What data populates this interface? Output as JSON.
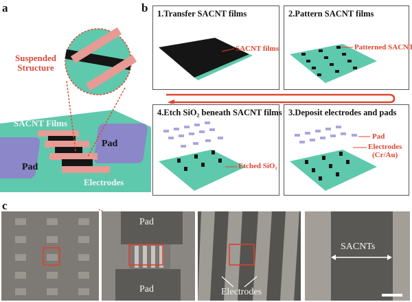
{
  "panels": {
    "a": {
      "letter": "a",
      "callout": [
        "Suspended",
        "Structure"
      ],
      "labels": {
        "films": "SACNT Films",
        "pad_left": "Pad",
        "pad_right": "Pad",
        "electrodes": "Electrodes"
      }
    },
    "b": {
      "letter": "b",
      "steps": [
        {
          "title": "1.Transfer SACNT films",
          "annotation": "SACNT films"
        },
        {
          "title": "2.Pattern SACNT films",
          "annotation": "Patterned SACNTs"
        },
        {
          "title": "3.Deposit electrodes and pads",
          "annotation_pad": "Pad",
          "annotation_electrodes": "Electrodes",
          "annotation_material": "(Cr/Au)"
        },
        {
          "title": "4.Etch SiO₂ beneath SACNT films",
          "annotation": "Etched SiO₂"
        }
      ]
    },
    "c": {
      "letter": "c",
      "images": [
        {
          "caption": ""
        },
        {
          "label_top": "Pad",
          "label_bottom": "Pad"
        },
        {
          "label": "Electrodes"
        },
        {
          "label": "SACNTs"
        }
      ]
    }
  },
  "colors": {
    "accent_red": "#e0452f",
    "substrate": "#5fc9ad",
    "pad": "#8b87c8",
    "electrode": "#e89a94",
    "film": "#151515"
  }
}
